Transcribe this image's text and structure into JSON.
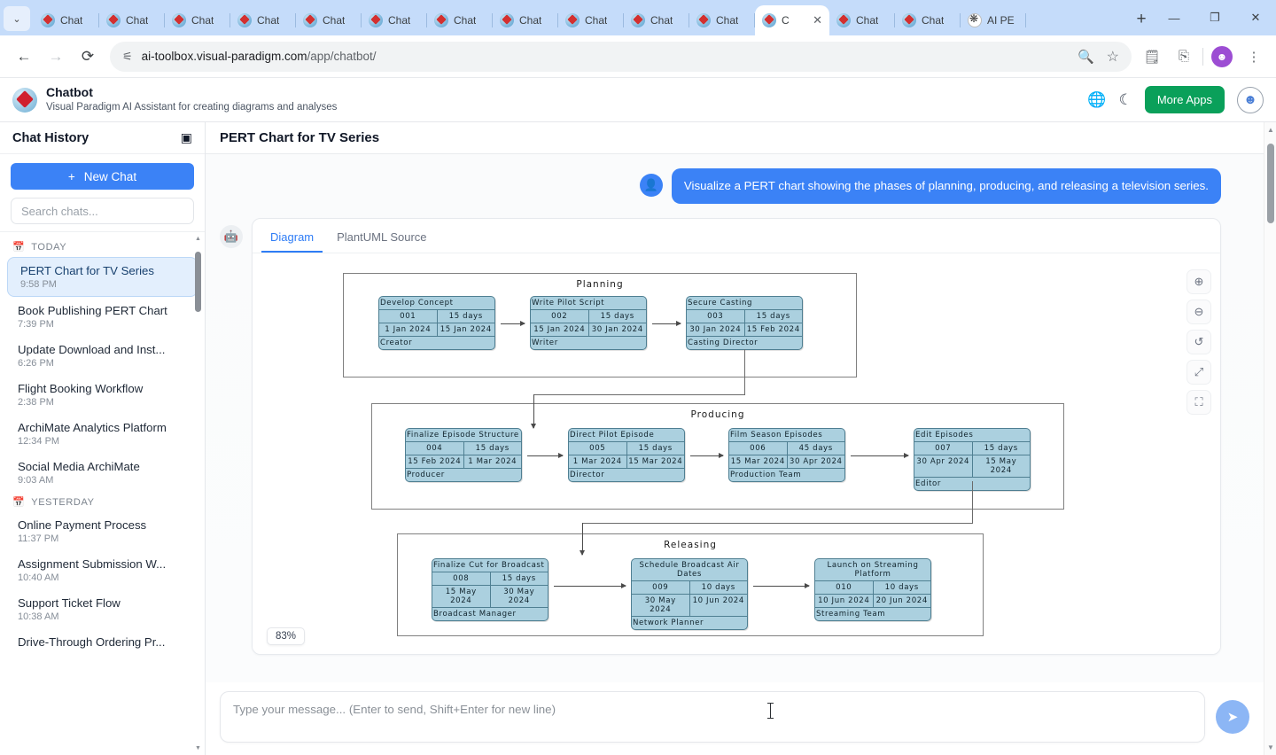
{
  "browser": {
    "tabs": [
      {
        "title": "Chat",
        "icon": "vp-favicon",
        "active": false
      },
      {
        "title": "Chat",
        "icon": "vp-favicon",
        "active": false
      },
      {
        "title": "Chat",
        "icon": "vp-favicon",
        "active": false
      },
      {
        "title": "Chat",
        "icon": "vp-favicon",
        "active": false
      },
      {
        "title": "Chat",
        "icon": "vp-favicon",
        "active": false
      },
      {
        "title": "Chat",
        "icon": "vp-favicon",
        "active": false
      },
      {
        "title": "Chat",
        "icon": "vp-favicon",
        "active": false
      },
      {
        "title": "Chat",
        "icon": "vp-favicon",
        "active": false
      },
      {
        "title": "Chat",
        "icon": "vp-favicon",
        "active": false
      },
      {
        "title": "Chat",
        "icon": "vp-favicon",
        "active": false
      },
      {
        "title": "Chat",
        "icon": "vp-favicon",
        "active": false
      },
      {
        "title": "C",
        "icon": "vp-favicon",
        "active": true
      },
      {
        "title": "Chat",
        "icon": "vp-favicon",
        "active": false
      },
      {
        "title": "Chat",
        "icon": "vp-favicon",
        "active": false
      },
      {
        "title": "AI PE",
        "icon": "openai-favicon",
        "active": false
      }
    ],
    "tab_close_glyph": "✕",
    "new_tab_glyph": "+",
    "window_controls": {
      "minimize": "—",
      "maximize": "❐",
      "close": "✕"
    },
    "nav": {
      "back": "←",
      "forward": "→",
      "reload": "⟳"
    },
    "url": "ai-toolbox.visual-paradigm.com",
    "url_path": "/app/chatbot/",
    "omnibox_icons": {
      "site_settings": "site-settings-icon",
      "zoom": "🔍",
      "bookmark": "☆"
    },
    "toolbar_icons": [
      "downloads-icon",
      "extensions-icon",
      "profile-avatar",
      "more-menu"
    ],
    "more_menu_glyph": "⋮"
  },
  "app_header": {
    "title": "Chatbot",
    "subtitle": "Visual Paradigm AI Assistant for creating diagrams and analyses",
    "language_icon": "globe-icon",
    "theme_icon": "moon-icon",
    "more_apps_label": "More Apps",
    "bot_badge_icon": "chatbot-icon"
  },
  "sidebar": {
    "title": "Chat History",
    "collapse_icon": "panel-toggle-icon",
    "new_chat_label": "New Chat",
    "new_chat_icon": "plus-icon",
    "search_placeholder": "Search chats...",
    "search_value": "",
    "groups": [
      {
        "label": "TODAY",
        "icon": "calendar-icon",
        "items": [
          {
            "name": "PERT Chart for TV Series",
            "time": "9:58 PM",
            "active": true
          },
          {
            "name": "Book Publishing PERT Chart",
            "time": "7:39 PM",
            "active": false
          },
          {
            "name": "Update Download and Inst...",
            "time": "6:26 PM",
            "active": false
          },
          {
            "name": "Flight Booking Workflow",
            "time": "2:38 PM",
            "active": false
          },
          {
            "name": "ArchiMate Analytics Platform",
            "time": "12:34 PM",
            "active": false
          },
          {
            "name": "Social Media ArchiMate",
            "time": "9:03 AM",
            "active": false
          }
        ]
      },
      {
        "label": "YESTERDAY",
        "icon": "calendar-icon",
        "items": [
          {
            "name": "Online Payment Process",
            "time": "11:37 PM",
            "active": false
          },
          {
            "name": "Assignment Submission W...",
            "time": "10:40 AM",
            "active": false
          },
          {
            "name": "Support Ticket Flow",
            "time": "10:38 AM",
            "active": false
          },
          {
            "name": "Drive-Through Ordering Pr...",
            "time": "",
            "active": false
          }
        ]
      }
    ]
  },
  "main": {
    "title": "PERT Chart for TV Series",
    "user_message": "Visualize a PERT chart showing the phases of planning, producing, and releasing a television series.",
    "user_avatar_icon": "user-icon",
    "assistant_avatar_icon": "robot-icon",
    "tabs": [
      {
        "label": "Diagram",
        "selected": true
      },
      {
        "label": "PlantUML Source",
        "selected": false
      }
    ],
    "zoom_level": "83%",
    "zoom_tools": [
      {
        "name": "zoom-in",
        "glyph": "⊕"
      },
      {
        "name": "zoom-out",
        "glyph": "⊖"
      },
      {
        "name": "reset-zoom",
        "glyph": "↺"
      },
      {
        "name": "fit-screen",
        "glyph": "⤢"
      },
      {
        "name": "fullscreen",
        "glyph": "⛶"
      }
    ]
  },
  "composer": {
    "placeholder": "Type your message... (Enter to send, Shift+Enter for new line)",
    "value": "",
    "send_icon": "send-icon"
  },
  "chart_data": {
    "type": "diagram",
    "diagram_kind": "PERT chart",
    "title": "PERT Chart for TV Series",
    "node_fill": "#abd0df",
    "node_border": "#4f7f92",
    "phase_border": "#808080",
    "phases": [
      {
        "name": "Planning",
        "tasks": [
          {
            "name": "Develop Concept",
            "id": "001",
            "duration": "15 days",
            "start": "1 Jan 2024",
            "end": "15 Jan 2024",
            "owner": "Creator"
          },
          {
            "name": "Write Pilot Script",
            "id": "002",
            "duration": "15 days",
            "start": "15 Jan 2024",
            "end": "30 Jan 2024",
            "owner": "Writer"
          },
          {
            "name": "Secure Casting",
            "id": "003",
            "duration": "15 days",
            "start": "30 Jan 2024",
            "end": "15 Feb 2024",
            "owner": "Casting Director"
          }
        ]
      },
      {
        "name": "Producing",
        "tasks": [
          {
            "name": "Finalize Episode Structure",
            "id": "004",
            "duration": "15 days",
            "start": "15 Feb 2024",
            "end": "1 Mar 2024",
            "owner": "Producer"
          },
          {
            "name": "Direct Pilot Episode",
            "id": "005",
            "duration": "15 days",
            "start": "1 Mar 2024",
            "end": "15 Mar 2024",
            "owner": "Director"
          },
          {
            "name": "Film Season Episodes",
            "id": "006",
            "duration": "45 days",
            "start": "15 Mar 2024",
            "end": "30 Apr 2024",
            "owner": "Production Team"
          },
          {
            "name": "Edit Episodes",
            "id": "007",
            "duration": "15 days",
            "start": "30 Apr 2024",
            "end": "15 May 2024",
            "owner": "Editor"
          }
        ]
      },
      {
        "name": "Releasing",
        "tasks": [
          {
            "name": "Finalize Cut for Broadcast",
            "id": "008",
            "duration": "15 days",
            "start": "15 May 2024",
            "end": "30 May 2024",
            "owner": "Broadcast Manager"
          },
          {
            "name": "Schedule Broadcast Air Dates",
            "id": "009",
            "duration": "10 days",
            "start": "30 May 2024",
            "end": "10 Jun 2024",
            "owner": "Network Planner"
          },
          {
            "name": "Launch on Streaming Platform",
            "id": "010",
            "duration": "10 days",
            "start": "10 Jun 2024",
            "end": "20 Jun 2024",
            "owner": "Streaming Team"
          }
        ]
      }
    ]
  }
}
